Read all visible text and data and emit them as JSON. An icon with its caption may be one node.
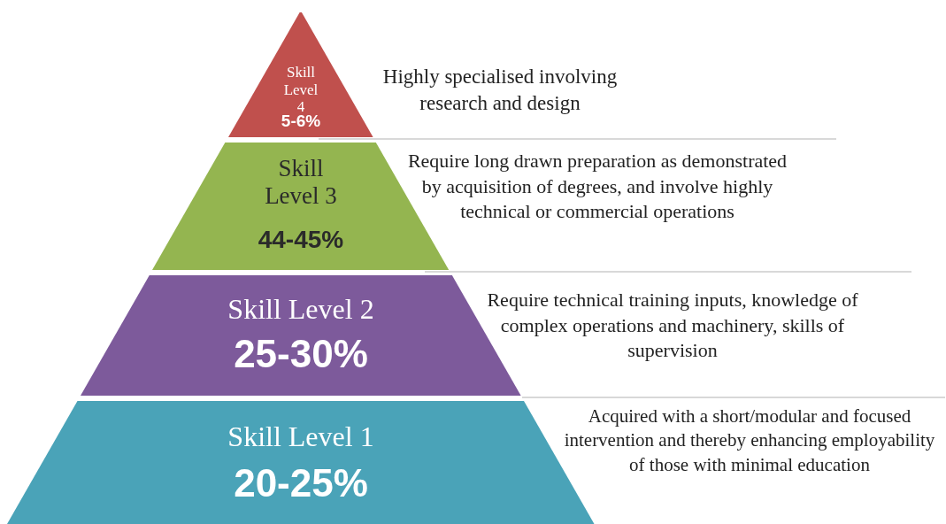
{
  "diagram": {
    "nodes": [
      {
        "text": [
          "Skill Level 4",
          "5-6%"
        ],
        "beside": [
          "Highly specialised involving research and design"
        ]
      },
      {
        "text": [
          "Skill Level 3",
          "44-45%"
        ],
        "beside": [
          "Require long drawn preparation as demonstrated by acquisition of degrees, and involve highly technical or commercial operations"
        ]
      },
      {
        "text": [
          "Skill Level 2",
          "25-30%"
        ],
        "beside": [
          "Require technical training inputs, knowledge of complex operations and machinery, skills of supervision"
        ]
      },
      {
        "text": [
          "Skill Level 1",
          "20-25%"
        ],
        "beside": [
          "Acquired with a short/modular and focused intervention and thereby enhancing employability of those with minimal education"
        ]
      }
    ]
  }
}
